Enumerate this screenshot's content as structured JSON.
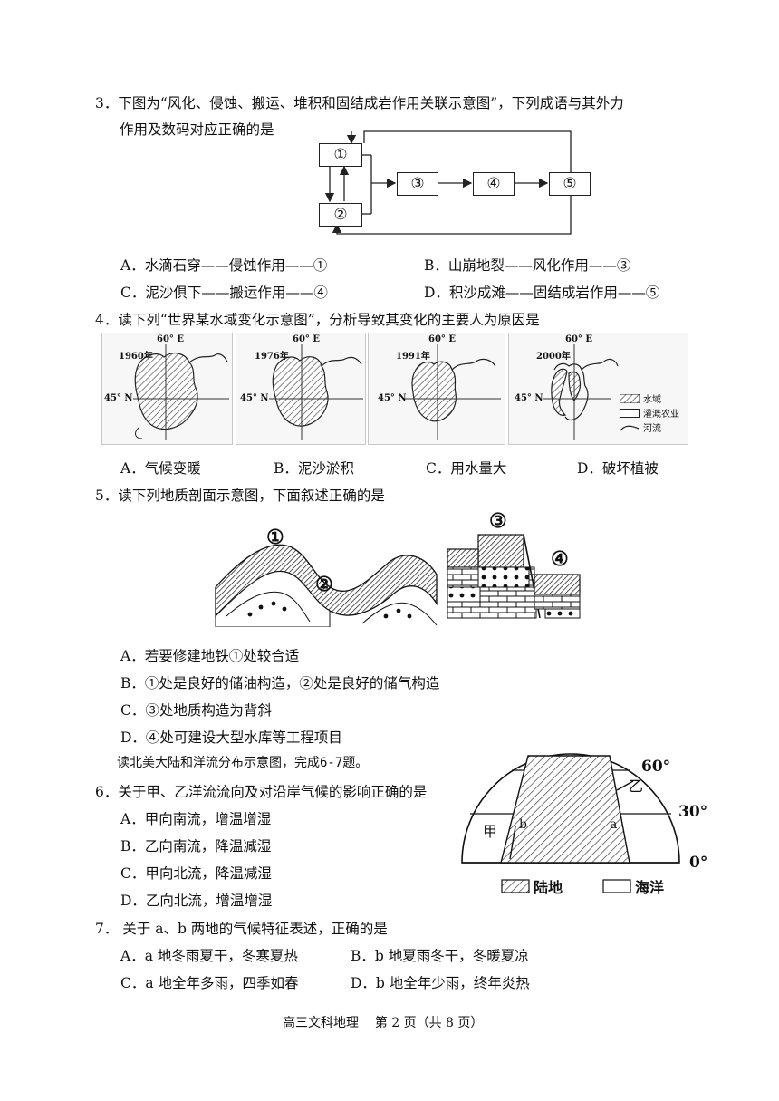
{
  "q3": {
    "stem_line1": "3．下图为“风化、侵蚀、搬运、堆积和固结成岩作用关联示意图”，下列成语与其外力",
    "stem_line2": "作用及数码对应正确的是",
    "boxes": [
      "①",
      "②",
      "③",
      "④",
      "⑤"
    ],
    "options": {
      "A": "A．水滴石穿——侵蚀作用——①",
      "B": "B．山崩地裂——风化作用——③",
      "C": "C．泥沙俱下——搬运作用——④",
      "D": "D．积沙成滩——固结成岩作用——⑤"
    }
  },
  "q4": {
    "stem": "4．读下列“世界某水域变化示意图”，分析导致其变化的主要人为原因是",
    "maps": [
      {
        "year": "1960年",
        "lon": "60° E",
        "lat": "45° N"
      },
      {
        "year": "1976年",
        "lon": "60° E",
        "lat": "45° N"
      },
      {
        "year": "1991年",
        "lon": "60° E",
        "lat": "45° N"
      },
      {
        "year": "2000年",
        "lon": "60° E",
        "lat": "45° N"
      }
    ],
    "legend": {
      "water": "水域",
      "irrigation": "灌溉农业",
      "river": "河流"
    },
    "options": {
      "A": "A．气候变暖",
      "B": "B．泥沙淤积",
      "C": "C．用水量大",
      "D": "D．破坏植被"
    }
  },
  "q5": {
    "stem": "5．读下列地质剖面示意图，下面叙述正确的是",
    "labels": [
      "①",
      "②",
      "③",
      "④"
    ],
    "options": {
      "A": "A．若要修建地铁①处较合适",
      "B": "B．①处是良好的储油构造，②处是良好的储气构造",
      "C": "C．③处地质构造为背斜",
      "D": "D．④处可建设大型水库等工程项目"
    }
  },
  "intro67": "读北美大陆和洋流分布示意图，完成6-7题。",
  "q6": {
    "stem": "6．关于甲、乙洋流流向及对沿岸气候的影响正确的是",
    "options": {
      "A": "A．甲向南流，增温增湿",
      "B": "B．乙向南流，降温减湿",
      "C": "C．甲向北流，降温减湿",
      "D": "D．乙向北流，增温增湿"
    }
  },
  "na_map": {
    "lat60": "60°",
    "lat30": "30°",
    "lat0": "0°",
    "jia": "甲",
    "yi": "乙",
    "a": "a",
    "b": "b",
    "legend_land": "陆地",
    "legend_ocean": "海洋"
  },
  "q7": {
    "stem": "7．  关于 a、b 两地的气候特征表述，正确的是",
    "options": {
      "A": "A．a 地冬雨夏干，冬寒夏热",
      "B": "B．b 地夏雨冬干，冬暖夏凉",
      "C": "C．a 地全年多雨，四季如春",
      "D": "D．b 地全年少雨，终年炎热"
    }
  },
  "footer": "高三文科地理    第 2 页（共 8 页）"
}
